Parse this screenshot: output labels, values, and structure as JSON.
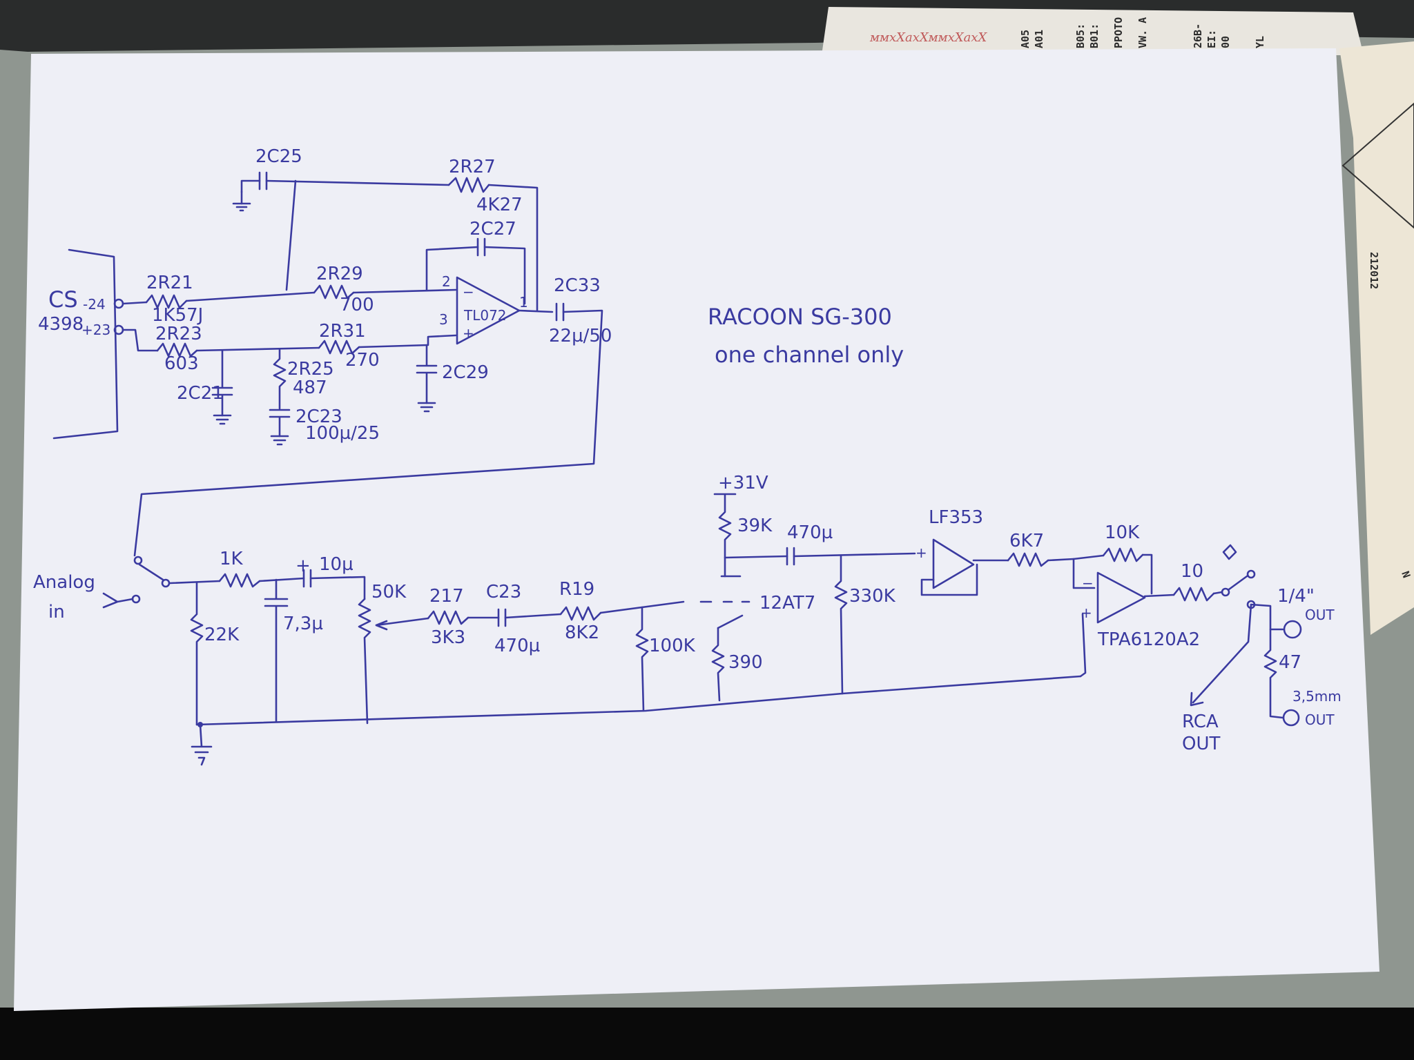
{
  "title": {
    "line1": "RACOON SG-300",
    "line2": "one channel only"
  },
  "background_papers": {
    "handwriting": "ᴍᴍxXaxXᴍᴍxXaxX",
    "codes": [
      "A05",
      "A01",
      "B05:",
      "B01:",
      "PPOTO",
      "VW. A",
      "26B-",
      "EI:",
      "00",
      "YL"
    ],
    "rotated_number": "212012",
    "corner_letter": "N"
  },
  "upper_stage": {
    "connector": {
      "label_chip_1": "CS",
      "label_chip_2": "4398",
      "pin_minus": "-24",
      "pin_plus": "+23"
    },
    "components": {
      "c2c25": "2C25",
      "r2r27": {
        "ref": "2R27",
        "value": "4K27"
      },
      "c2c27": "2C27",
      "r2r21": {
        "ref": "2R21",
        "value": "1K57J"
      },
      "r2r29": {
        "ref": "2R29",
        "value": "700"
      },
      "r2r23": {
        "ref": "2R23",
        "value": "603"
      },
      "r2r31": {
        "ref": "2R31",
        "value": "270"
      },
      "r2r25": {
        "ref": "2R25",
        "value": "487"
      },
      "c2c21": "2C21",
      "c2c23": {
        "ref": "2C23",
        "value": "100µ/25"
      },
      "c2c29": "2C29",
      "c2c33": {
        "ref": "2C33",
        "value": "22µ/50"
      },
      "opamp": {
        "name": "TL072",
        "pin2": "2",
        "pin3": "3",
        "pin1": "1"
      }
    }
  },
  "lower_stage": {
    "input_label_1": "Analog",
    "input_label_2": "in",
    "components": {
      "r1k": "1K",
      "c10u": "10µ",
      "r22k": "22K",
      "c7u3": "7,3µ",
      "pot50k": "50K",
      "r217": {
        "ref": "217",
        "value": "3K3"
      },
      "c23": {
        "ref": "C23",
        "value": "470µ"
      },
      "r19": {
        "ref": "R19",
        "value": "8K2"
      },
      "r100k": "100K",
      "supply": "+31V",
      "r39k": "39K",
      "c470u": "470µ",
      "tube": "12AT7",
      "r390": "390",
      "r330k": "330K",
      "buffer": "LF353",
      "r6k7": "6K7",
      "r10k": "10K",
      "headamp": "TPA6120A2",
      "r10": "10",
      "r47": "47"
    },
    "outputs": {
      "quarter_inch": "1/4\"",
      "quarter_inch_out": "OUT",
      "mini_jack": "3,5mm",
      "mini_jack_out": "OUT",
      "rca_1": "RCA",
      "rca_2": "OUT"
    }
  },
  "colors": {
    "ink": "#3a3aa0",
    "paper": "#eeeff6",
    "desk": "#8f9690"
  }
}
